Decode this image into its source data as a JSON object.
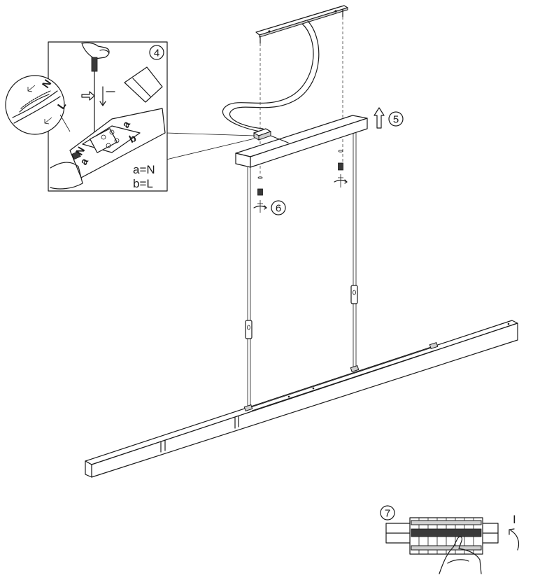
{
  "steps": {
    "step4": "4",
    "step5": "5",
    "step6": "6",
    "step7": "7"
  },
  "wiring": {
    "terminal_a": "a",
    "terminal_b": "b",
    "neutral": "N",
    "live": "L",
    "legend_a": "a=N",
    "legend_b": "b=L"
  },
  "switch": {
    "on_symbol": "I"
  }
}
